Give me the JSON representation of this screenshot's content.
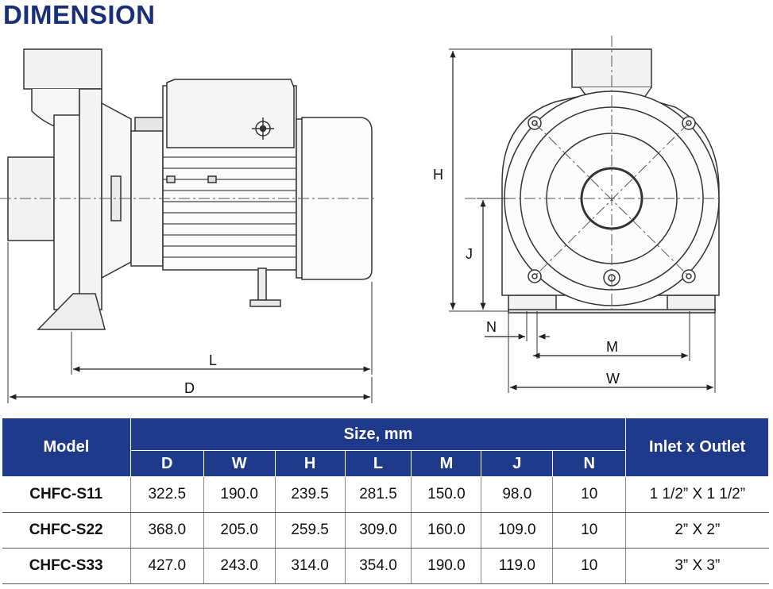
{
  "title": "DIMENSION",
  "dimension_labels": {
    "L": "L",
    "D": "D",
    "H": "H",
    "J": "J",
    "N": "N",
    "M": "M",
    "W": "W"
  },
  "table": {
    "model_header": "Model",
    "size_header": "Size, mm",
    "inlet_outlet_header": "Inlet x Outlet",
    "columns": [
      "D",
      "W",
      "H",
      "L",
      "M",
      "J",
      "N"
    ],
    "rows": [
      {
        "model": "CHFC-S11",
        "values": [
          "322.5",
          "190.0",
          "239.5",
          "281.5",
          "150.0",
          "98.0",
          "10"
        ],
        "inlet_outlet": "1 1/2” X 1 1/2”"
      },
      {
        "model": "CHFC-S22",
        "values": [
          "368.0",
          "205.0",
          "259.5",
          "309.0",
          "160.0",
          "109.0",
          "10"
        ],
        "inlet_outlet": "2” X 2”"
      },
      {
        "model": "CHFC-S33",
        "values": [
          "427.0",
          "243.0",
          "314.0",
          "354.0",
          "190.0",
          "119.0",
          "10"
        ],
        "inlet_outlet": "3” X 3”"
      }
    ]
  },
  "colors": {
    "title": "#1a2f7a",
    "header_bg": "#1f3a8a",
    "header_text": "#ffffff"
  }
}
